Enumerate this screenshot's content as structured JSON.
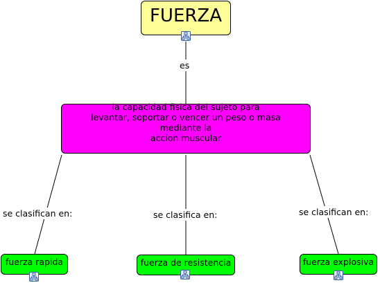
{
  "colors": {
    "title_fill": "#ffff99",
    "definition_fill": "#ff00ff",
    "leaf_fill": "#00ff00",
    "line": "#000000",
    "submap_icon": "#3a5fa0"
  },
  "nodes": {
    "title": "FUERZA",
    "definition_lines": [
      "la capacidad fisica del sujeto para",
      "levantar, soportar o vencer un peso o masa mediante la",
      "accion muscular"
    ],
    "leaves": [
      "fuerza rapida",
      "fuerza de resistencia",
      "fuerza explosiva"
    ]
  },
  "links": {
    "title_to_definition": "es",
    "to_leaf_1": "se clasifican en:",
    "to_leaf_2": "se clasifica en:",
    "to_leaf_3": "se clasifican en:"
  },
  "icons": {
    "submap": "submap-link-icon"
  }
}
